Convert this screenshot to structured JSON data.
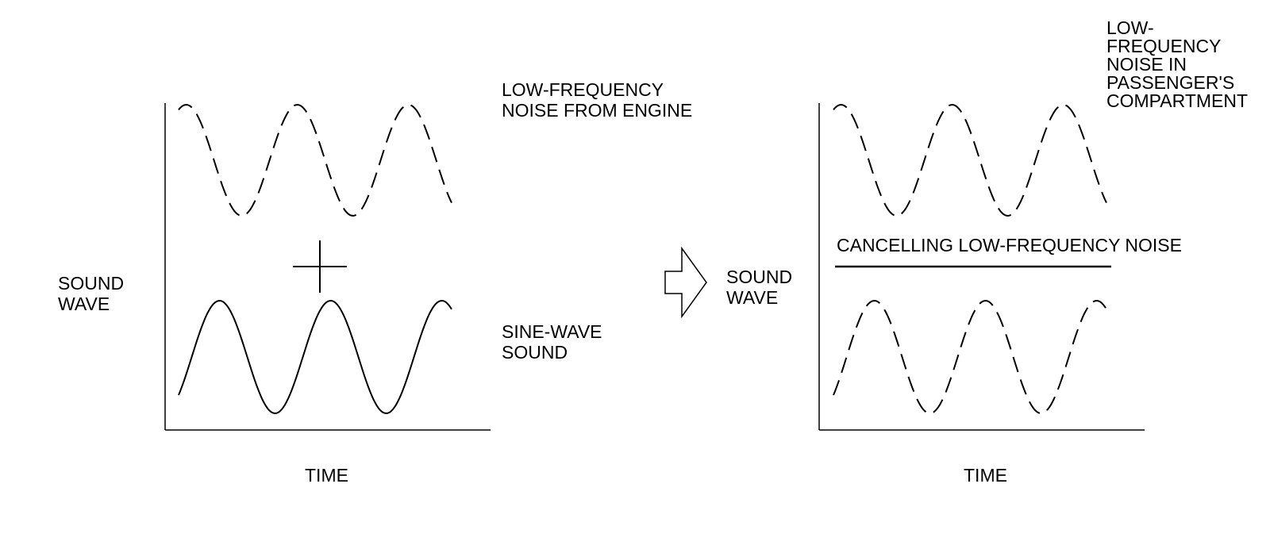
{
  "left_panel": {
    "y_label": "SOUND\nWAVE",
    "x_label": "TIME",
    "top_wave_label": "LOW-FREQUENCY\nNOISE FROM ENGINE",
    "bottom_wave_label": "SINE-WAVE\nSOUND",
    "operator": "plus"
  },
  "arrow": "right-arrow",
  "right_panel": {
    "y_label": "SOUND\nWAVE",
    "x_label": "TIME",
    "top_wave_label": "LOW-\nFREQUENCY\nNOISE IN\nPASSENGER'S\nCOMPARTMENT",
    "cancel_label": "CANCELLING LOW-FREQUENCY NOISE"
  }
}
